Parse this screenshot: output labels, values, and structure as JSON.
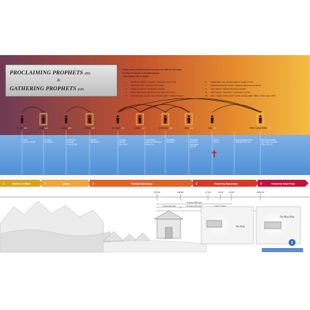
{
  "title": {
    "line1": "PROCLAIMING PROPHETS",
    "line1_tag": "(PP)",
    "amp": "&",
    "line2": "GATHERING PROPHETS",
    "line2_tag": "(GP)"
  },
  "intro_lines": [
    "a) The name of the prophet corresponds with his message.",
    "b) There is always a remnant people.",
    "c) It's always life or death."
  ],
  "name_meanings": [
    {
      "n": "1",
      "text": "Enoch (en' esech), \"Teacher\", \"instructor\" (Gen 5:18)"
    },
    {
      "n": "2",
      "text": "Noah (Noh uh), \"comforter\" (Gen 5:29)"
    },
    {
      "n": "3",
      "text": "Abram (ay' bram), \"the father is exalted\""
    },
    {
      "n": "4",
      "text": "Moses (Moh' ziss) \"saved from the water\" (Ex 2:10)"
    },
    {
      "n": "5",
      "text": "Jeremiah (Jerr ee' ah), \"may Yahweh exalt\" / \"Yahweh throws\""
    },
    {
      "n": "6",
      "text": "Daniel (Dan' yel), \"God is judge\" or \"judge of God\""
    },
    {
      "n": "7",
      "text": "Nehemiah (Nee'ah mi' ah), \"Yahweh inspires and comforts\""
    },
    {
      "n": "8",
      "text": "John (Jahn), \"Yahweh has been merciful\""
    },
    {
      "n": "9",
      "text": "Saul (Shaul), \"asked for\", \"the chosen\" (Is 9:5)"
    },
    {
      "n": "10",
      "text": "Ellen, \"bright, shining light\"; Gould, old-eng \"gold\"; White, \"white\" (Rev 19:8)"
    }
  ],
  "prophets": [
    {
      "name": "Enoch",
      "tag": "(PP)",
      "role": "PP"
    },
    {
      "name": "Noah",
      "tag": "(GP)",
      "role": "GP"
    },
    {
      "name": "Abram",
      "tag": "(PP)",
      "role": "PP"
    },
    {
      "name": "Moses",
      "tag": "(GP)",
      "role": "GP"
    },
    {
      "name": "Jeremiah",
      "tag": "(PP)",
      "role": "PP"
    },
    {
      "name": "Daniel",
      "tag": "(GP)",
      "role": "GP"
    },
    {
      "name": "Nehemiah",
      "tag": "(GP)",
      "role": "GP"
    },
    {
      "name": "John",
      "tag": "(GP)",
      "role": "GP"
    },
    {
      "name": "Saul",
      "tag": "(PP)",
      "role": "PP"
    },
    {
      "name": "Ellen Gould White",
      "tag": "(GP)",
      "role": "GP"
    }
  ],
  "notes": [
    "Flood\n(Gen 6-7, 8:18)",
    "Ex. Nodi\n1st Messe",
    "Calling out\nof Egypt\n(Gen 15-16)",
    "Exodus\nTabernacle",
    "70 years\ncaptivity\n(Jer 25:11)",
    "Investigative\njudgment 2300 days\n(Dan 8:14)",
    "Rebuilding\nJerusalem",
    "Jerusalem\ndestroyed\nSeptuagint\n(Neh 6)",
    "Church\nformed",
    "Great Disappointment\n1844 (Rev 10:1-11)",
    "Ellen Gould White\nSanctuary message\n(Rev 14:6-12)"
  ],
  "dispensations_title": "The 5 dispensations",
  "dispensations": [
    {
      "n": "1",
      "label": "Garden of Eden",
      "color": "#d8a31a"
    },
    {
      "n": "2",
      "label": "Altars",
      "color": "#f0a43c"
    },
    {
      "n": "3",
      "label": "Earthly Sanctuary",
      "color": "#e0642a"
    },
    {
      "n": "4",
      "label": "Heavenly Sanctuary",
      "color": "#d43a2a"
    },
    {
      "n": "5",
      "label": "Heavenly Most Holy",
      "color": "#c4123a"
    }
  ],
  "timeline_marks": [
    "457 BC",
    "408 BC",
    "27 AD",
    "31 AD",
    "34 AD",
    "1844 AD"
  ],
  "spans": [
    {
      "label": "70 weeks (490 years)"
    },
    {
      "label": "1 week (7 years)"
    },
    {
      "label": "62 weeks (434 years)"
    },
    {
      "label": "7 weeks (49 years)"
    },
    {
      "label": "2300 years"
    }
  ],
  "scene_labels": {
    "holy": "The Holy",
    "most_holy": "The Most Holy"
  },
  "page_number": "5",
  "colors": {
    "sky_left": "#7a3a52",
    "sky_mid": "#c8502a",
    "sky_right": "#f3b23a",
    "blue_band": "#6aa3df",
    "pp_arc": "#2b1a12",
    "gp_box": "#f0c24a",
    "cross": "#d01818"
  },
  "icons": [
    "person-icon",
    "cross-icon"
  ]
}
